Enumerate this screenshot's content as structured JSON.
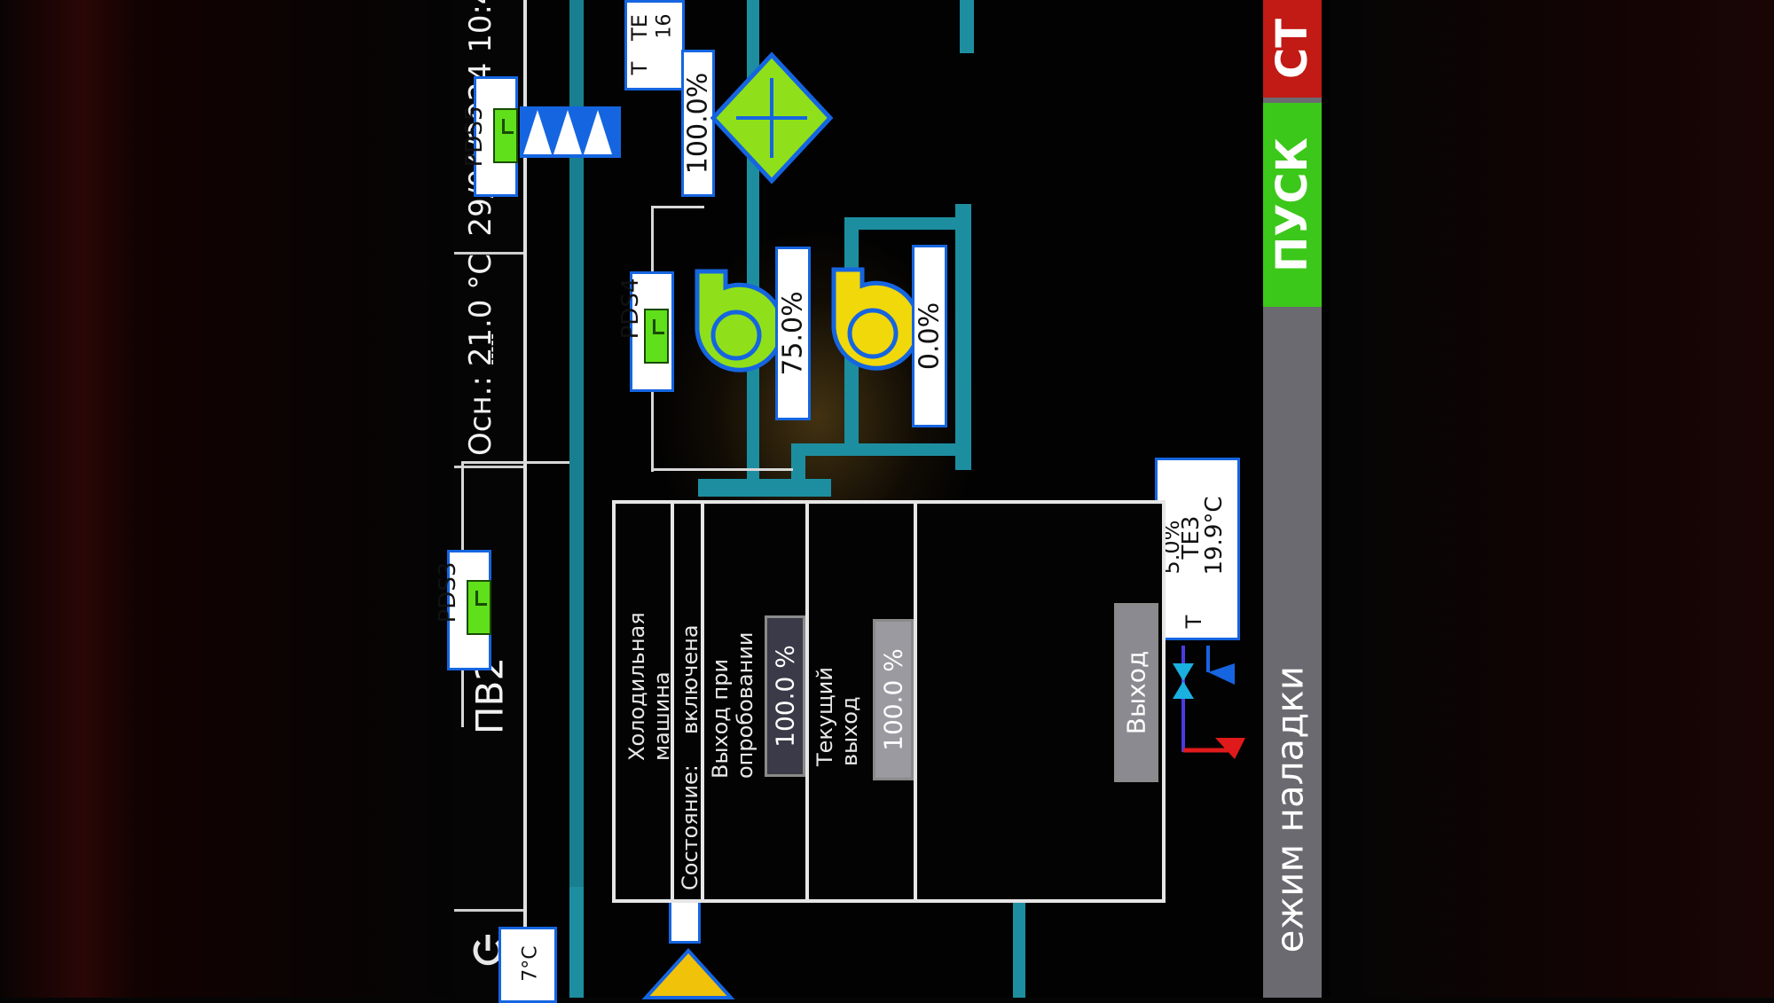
{
  "header": {
    "power_icon": "power-icon",
    "unit_name": "ПВ2",
    "base_temp": "Осн.: 21.0 °C",
    "base_temp_sub": "-----",
    "datetime": "29/04/2024 10:4"
  },
  "sensors": {
    "pds5": "PDS5",
    "pds4": "PDS4",
    "pds3": "PDS3",
    "te_top_label": "TE",
    "te_top_t": "T",
    "te_top_value": "16",
    "te3_label": "TE3",
    "te3_t": "T",
    "te3_value": "19.9°C",
    "te3_percent": "5.0%",
    "bottom_left_value": "7°C"
  },
  "values": {
    "damper_pct": "100.0%",
    "fan1_pct": "75.0%",
    "fan2_pct": "0.0%"
  },
  "popup": {
    "title": "Холодильная машина",
    "state_label": "Состояние:",
    "state_value": "включена",
    "test_output_label": "Выход при опробовании",
    "test_output_value": "100.0 %",
    "current_output_label": "Текущий выход",
    "current_output_value": "100.0 %",
    "exit_button": "Выход"
  },
  "controls": {
    "stop_label": "СТ",
    "start_label": "ПУСК",
    "mode_label": "ежим наладки"
  },
  "colors": {
    "pipe": "#1d8ea0",
    "fan_green": "#8fe01a",
    "fan_yellow": "#f0d80a",
    "frame_blue": "#1565e0",
    "start_green": "#3cc81a",
    "stop_red": "#c21a14"
  }
}
